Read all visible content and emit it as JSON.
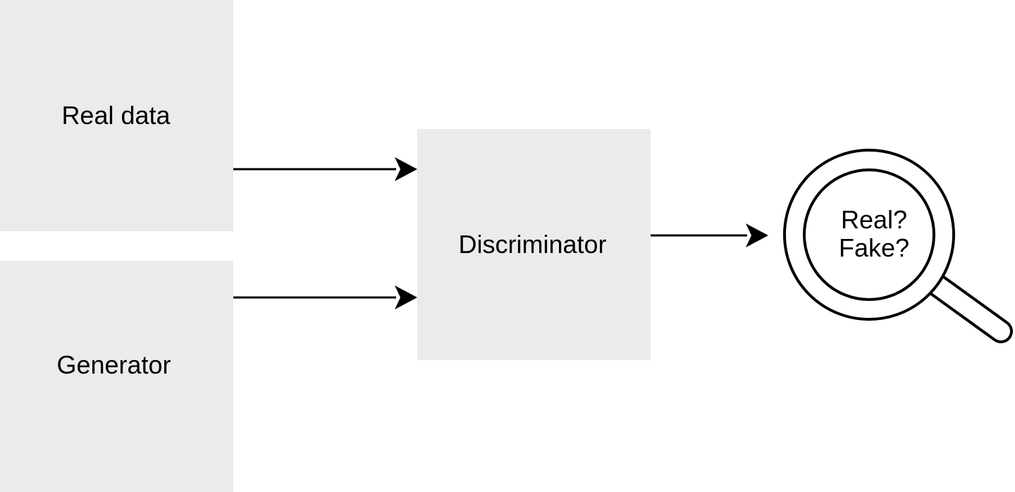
{
  "colors": {
    "box_fill": "#ebebeb",
    "line": "#000000",
    "background": "#ffffff"
  },
  "nodes": {
    "real_data": "Real data",
    "generator": "Generator",
    "discriminator": "Discriminator"
  },
  "output": {
    "icon": "magnifying-glass-icon",
    "line1": "Real?",
    "line2": "Fake?"
  },
  "edges": [
    {
      "from": "real_data",
      "to": "discriminator"
    },
    {
      "from": "generator",
      "to": "discriminator"
    },
    {
      "from": "discriminator",
      "to": "output"
    }
  ]
}
